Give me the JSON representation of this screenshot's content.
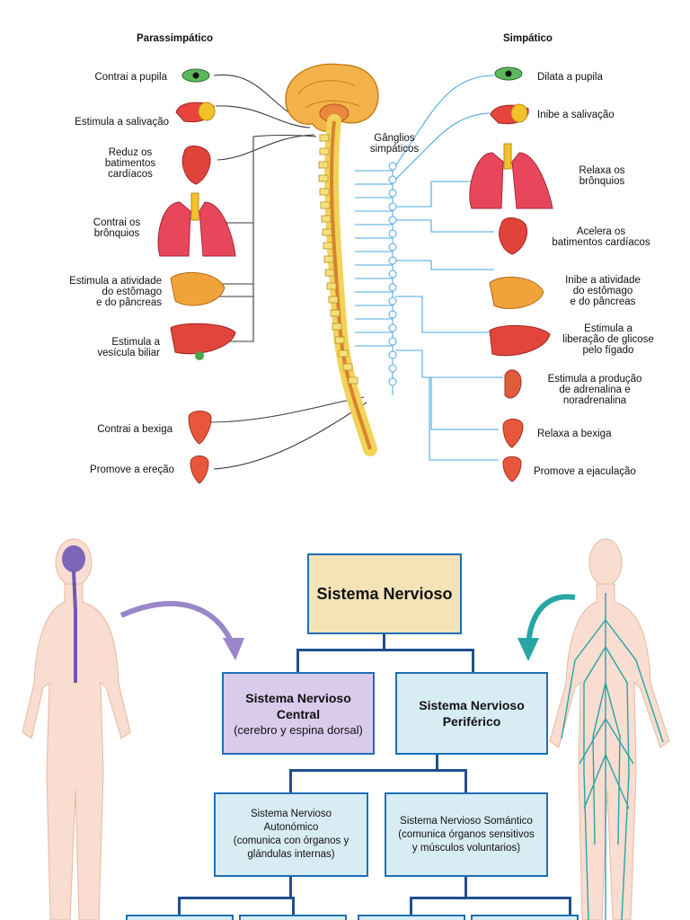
{
  "anatomy": {
    "header_left": "Parassimpático",
    "header_right": "Simpático",
    "ganglia_label": [
      "Gânglios",
      "simpáticos"
    ],
    "left": [
      [
        "Contrai a pupila"
      ],
      [
        "Estimula a salivação"
      ],
      [
        "Reduz os",
        "batimentos",
        "cardíacos"
      ],
      [
        "Contrai os",
        "brônquios"
      ],
      [
        "Estimula a atividade",
        "do estômago",
        "e do pâncreas"
      ],
      [
        "Estimula a",
        "vesícula biliar"
      ],
      [
        "Contrai a bexiga"
      ],
      [
        "Promove a ereção"
      ]
    ],
    "right": [
      [
        "Dilata a pupila"
      ],
      [
        "Inibe a salivação"
      ],
      [
        "Relaxa os",
        "brônquios"
      ],
      [
        "Acelera os",
        "batimentos cardíacos"
      ],
      [
        "Inibe a atividade",
        "do estômago",
        "e do pâncreas"
      ],
      [
        "Estimula a",
        "liberação de glicose",
        "pelo fígado"
      ],
      [
        "Estimula a produção",
        "de adrenalina e",
        "noradrenalina"
      ],
      [
        "Relaxa a bexiga"
      ],
      [
        "Promove a ejaculação"
      ]
    ]
  },
  "chart": {
    "root": "Sistema Nervioso",
    "central_title": "Sistema Nervioso Central",
    "central_title_l1": "Sistema Nervioso",
    "central_title_l2": "Central",
    "central_sub": "(cerebro y espina dorsal)",
    "peripheral_l1": "Sistema Nervioso",
    "peripheral_l2": "Periférico",
    "autonomic_l1": "Sistema Nervioso",
    "autonomic_l2": "Autonómico",
    "autonomic_l3": "(comunica con órganos y",
    "autonomic_l4": "glándulas internas)",
    "somatic_l1": "Sistema Nervioso Somántico",
    "somatic_l2": "(comunica órganos sensitivos",
    "somatic_l3": "y músculos voluntarios)"
  },
  "colors": {
    "nerve_blue": "#4aa8e0",
    "nerve_dark": "#3a3a3a",
    "box_border": "#1f6fb7",
    "root_fill": "#f3e3b6",
    "central_fill": "#d9cbec",
    "periph_fill": "#d8ecf4",
    "purple_arrow": "#9b86c9",
    "teal_arrow": "#27a6a4"
  }
}
